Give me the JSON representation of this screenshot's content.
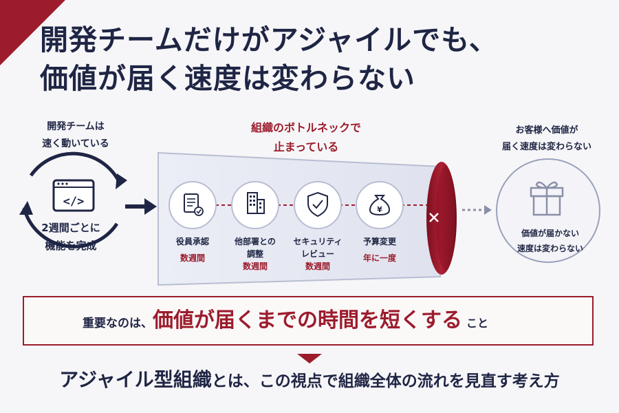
{
  "title": {
    "line1": "開発チームだけがアジャイルでも、",
    "line2": "価値が届く速度は変わらない"
  },
  "dev_label": {
    "line1": "開発チームは",
    "line2": "速く動いている"
  },
  "cycle": {
    "line1": "2週間ごとに",
    "line2": "機能を完成"
  },
  "bottleneck_label": {
    "line1": "組織のボトルネックで",
    "line2": "止まっている"
  },
  "steps": [
    {
      "icon": "document-check-icon",
      "name": "役員承認",
      "name2": "",
      "duration": "数週間"
    },
    {
      "icon": "building-icon",
      "name": "他部署との",
      "name2": "調整",
      "duration": "数週間"
    },
    {
      "icon": "shield-check-icon",
      "name": "セキュリティ",
      "name2": "レビュー",
      "duration": "数週間"
    },
    {
      "icon": "money-bag-icon",
      "name": "予算変更",
      "name2": "",
      "duration": "年に一度"
    }
  ],
  "customer_label": {
    "line1": "お客様へ価値が",
    "line2": "届く速度は変わらない"
  },
  "customer_circle": {
    "line1": "価値が届かない",
    "line2": "速度は変わらない"
  },
  "key_message": {
    "prefix": "重要なのは、",
    "emphasis": "価値が届くまでの時間を短くする",
    "suffix": "こと"
  },
  "bottom": {
    "emphasis": "アジャイル型組織",
    "rest": "とは、この視点で組織全体の流れを見直す考え方"
  },
  "colors": {
    "navy": "#1f2544",
    "red": "#9c1c2c",
    "gray": "#8a8fa8"
  }
}
